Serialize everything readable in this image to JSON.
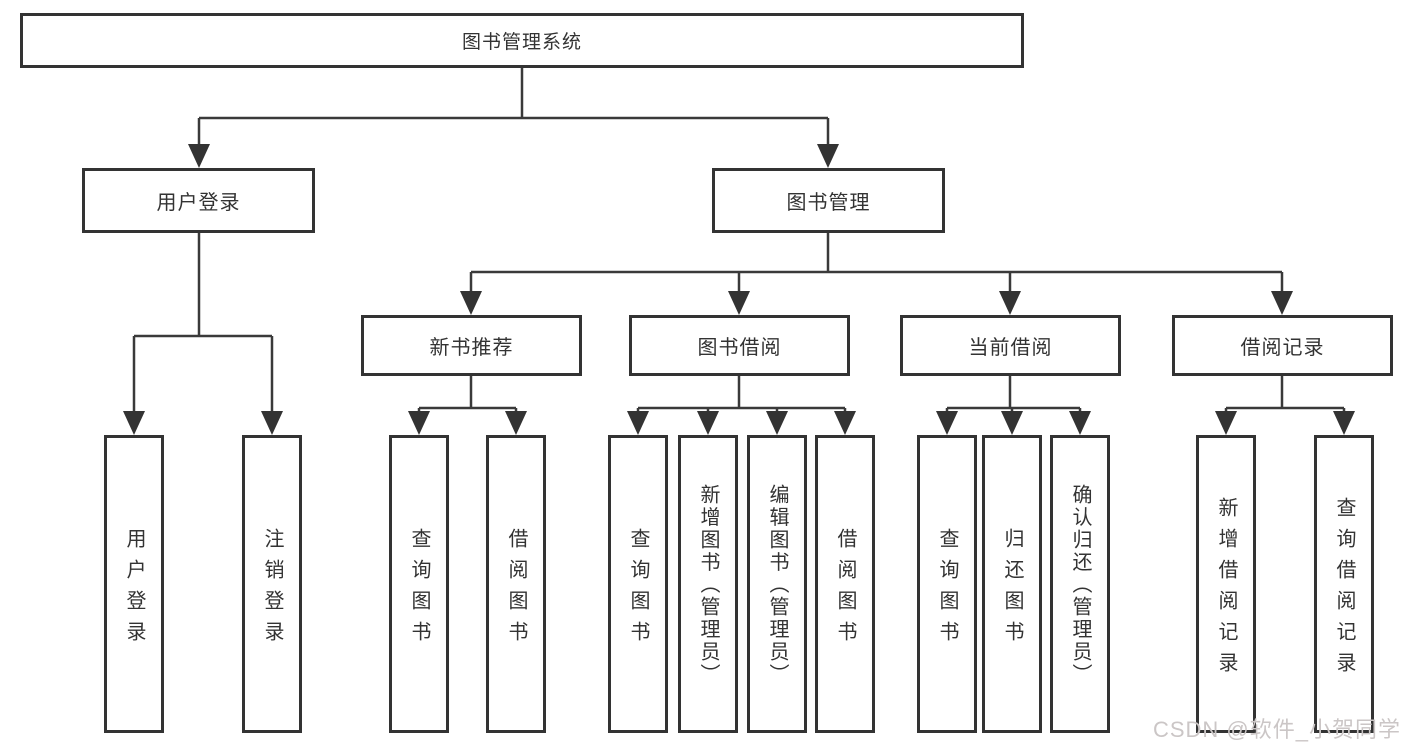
{
  "diagram": {
    "root": "图书管理系统",
    "level2": {
      "user_login": "用户登录",
      "book_mgmt": "图书管理"
    },
    "level3": {
      "new_books": "新书推荐",
      "book_borrow": "图书借阅",
      "current_borrow": "当前借阅",
      "borrow_records": "借阅记录"
    },
    "leaves": {
      "user_login": [
        "用户登录",
        "注销登录"
      ],
      "new_books": [
        "查询图书",
        "借阅图书"
      ],
      "book_borrow": [
        "查询图书",
        "新增图书（管理员）",
        "编辑图书（管理员）",
        "借阅图书"
      ],
      "current_borrow": [
        "查询图书",
        "归还图书",
        "确认归还（管理员）"
      ],
      "borrow_records": [
        "新增借阅记录",
        "查询借阅记录"
      ]
    }
  },
  "watermark": "CSDN @软件_小贺同学",
  "colors": {
    "line": "#3a3a3a",
    "border": "#333333",
    "text": "#333333",
    "watermark": "#cbc6c6",
    "background": "#ffffff"
  }
}
